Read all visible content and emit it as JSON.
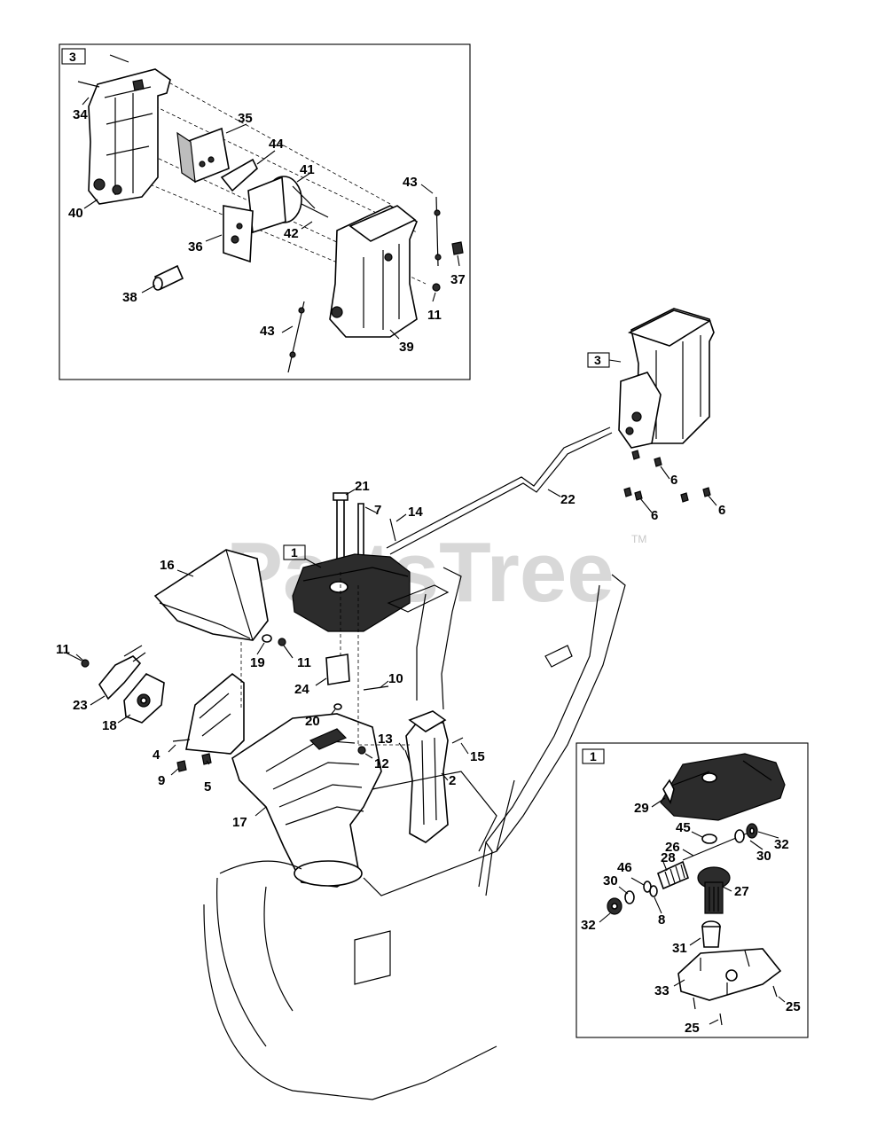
{
  "watermark": {
    "text": "PartsTree",
    "trademark": "TM"
  },
  "inset_top": {
    "callout": "3",
    "labels": {
      "l34": "34",
      "l35": "35",
      "l44": "44",
      "l41": "41",
      "l43a": "43",
      "l40": "40",
      "l42": "42",
      "l36": "36",
      "l37": "37",
      "l38": "38",
      "l11": "11",
      "l43b": "43",
      "l39": "39"
    }
  },
  "main": {
    "callouts": {
      "c3": "3",
      "c1": "1"
    },
    "labels": {
      "l21": "21",
      "l7": "7",
      "l14": "14",
      "l22": "22",
      "l6a": "6",
      "l6b": "6",
      "l6c": "6",
      "l16": "16",
      "l11a": "11",
      "l19": "19",
      "l11b": "11",
      "l23": "23",
      "l18": "18",
      "l24": "24",
      "l10": "10",
      "l20": "20",
      "l13": "13",
      "l15": "15",
      "l4": "4",
      "l12": "12",
      "l9": "9",
      "l5": "5",
      "l2": "2",
      "l17": "17"
    }
  },
  "inset_bottom": {
    "callout": "1",
    "labels": {
      "l29": "29",
      "l45": "45",
      "l32a": "32",
      "l26": "26",
      "l30a": "30",
      "l28": "28",
      "l46": "46",
      "l30b": "30",
      "l27": "27",
      "l32b": "32",
      "l8": "8",
      "l31": "31",
      "l33": "33",
      "l25a": "25",
      "l25b": "25"
    }
  }
}
